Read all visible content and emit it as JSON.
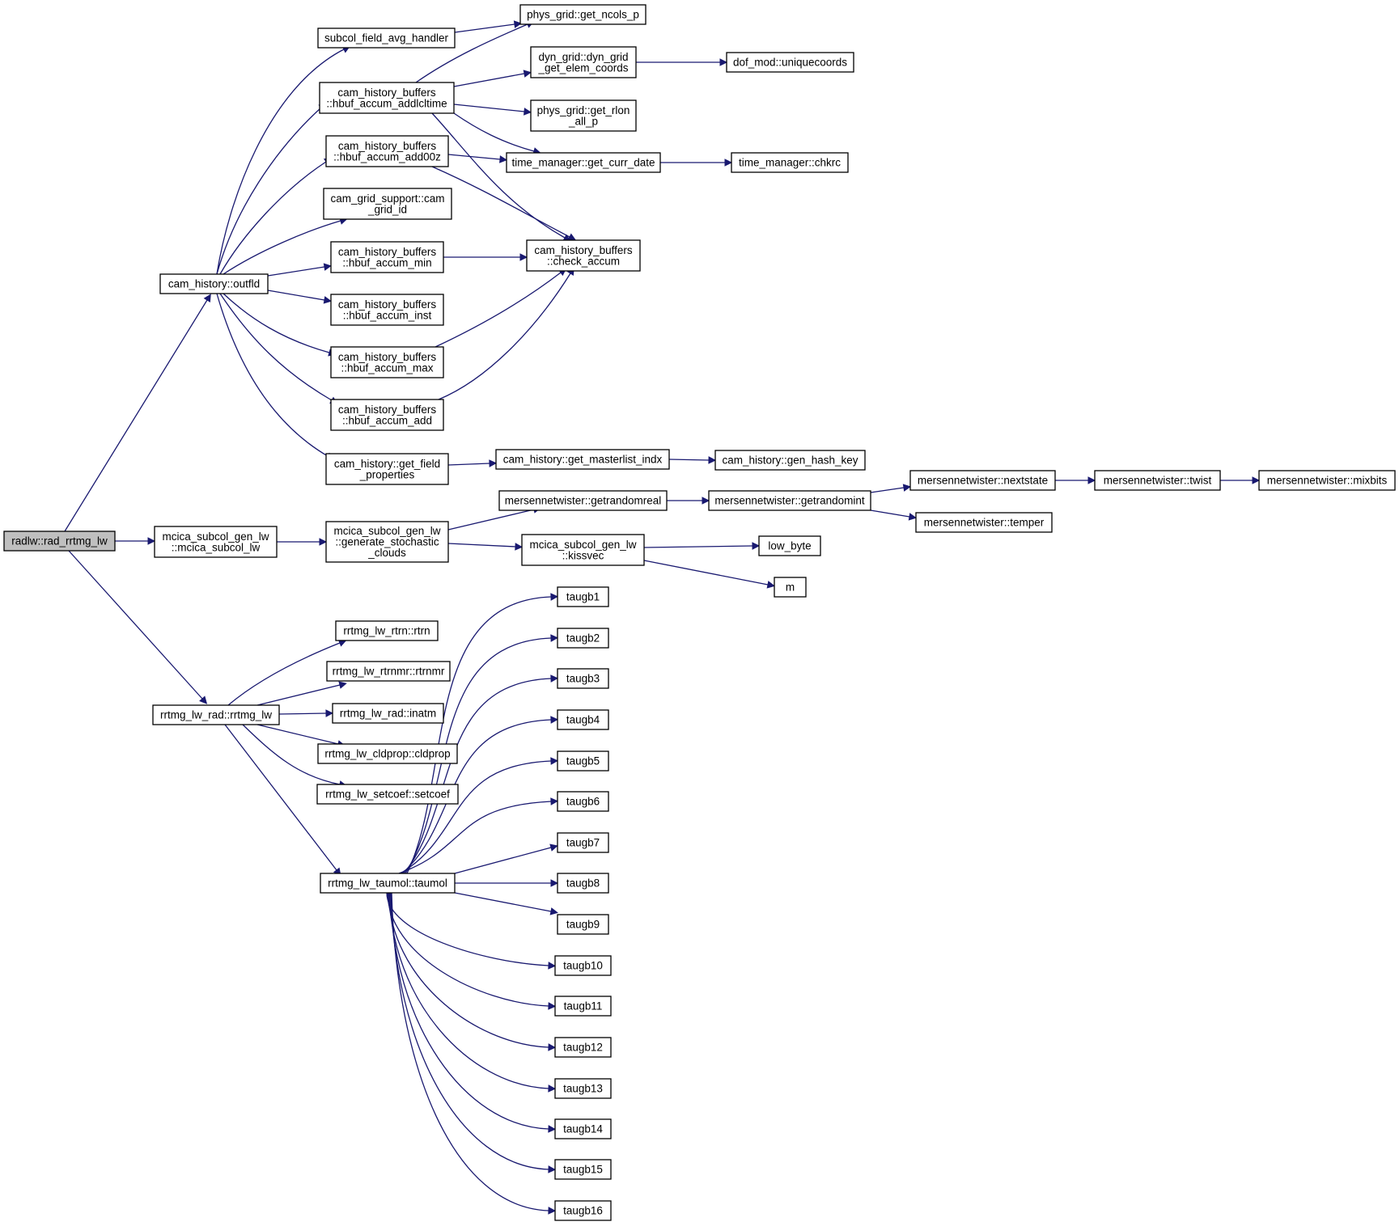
{
  "graph": {
    "colors": {
      "edge": "#191970",
      "root_fill": "#bfbfbf",
      "node_fill": "#ffffff",
      "border": "#000000"
    },
    "nodes": [
      {
        "id": "rad_rrtmg_lw",
        "lines": [
          "radlw::rad_rrtmg_lw"
        ],
        "root": true
      },
      {
        "id": "outfld",
        "lines": [
          "cam_history::outfld"
        ]
      },
      {
        "id": "mcica_subcol_lw",
        "lines": [
          "mcica_subcol_gen_lw",
          "::mcica_subcol_lw"
        ]
      },
      {
        "id": "rrtmg_lw",
        "lines": [
          "rrtmg_lw_rad::rrtmg_lw"
        ]
      },
      {
        "id": "subcol_field_avg_handler",
        "lines": [
          "subcol_field_avg_handler"
        ]
      },
      {
        "id": "hbuf_accum_addlcltime",
        "lines": [
          "cam_history_buffers",
          "::hbuf_accum_addlcltime"
        ]
      },
      {
        "id": "hbuf_accum_add00z",
        "lines": [
          "cam_history_buffers",
          "::hbuf_accum_add00z"
        ]
      },
      {
        "id": "cam_grid_id",
        "lines": [
          "cam_grid_support::cam",
          "_grid_id"
        ]
      },
      {
        "id": "hbuf_accum_min",
        "lines": [
          "cam_history_buffers",
          "::hbuf_accum_min"
        ]
      },
      {
        "id": "hbuf_accum_inst",
        "lines": [
          "cam_history_buffers",
          "::hbuf_accum_inst"
        ]
      },
      {
        "id": "hbuf_accum_max",
        "lines": [
          "cam_history_buffers",
          "::hbuf_accum_max"
        ]
      },
      {
        "id": "hbuf_accum_add",
        "lines": [
          "cam_history_buffers",
          "::hbuf_accum_add"
        ]
      },
      {
        "id": "get_field_properties",
        "lines": [
          "cam_history::get_field",
          "_properties"
        ]
      },
      {
        "id": "get_ncols_p",
        "lines": [
          "phys_grid::get_ncols_p"
        ]
      },
      {
        "id": "dyn_grid_get_elem_coords",
        "lines": [
          "dyn_grid::dyn_grid",
          "_get_elem_coords"
        ]
      },
      {
        "id": "uniquecoords",
        "lines": [
          "dof_mod::uniquecoords"
        ]
      },
      {
        "id": "get_rlon_all_p",
        "lines": [
          "phys_grid::get_rlon",
          "_all_p"
        ]
      },
      {
        "id": "get_curr_date",
        "lines": [
          "time_manager::get_curr_date"
        ]
      },
      {
        "id": "chkrc",
        "lines": [
          "time_manager::chkrc"
        ]
      },
      {
        "id": "check_accum",
        "lines": [
          "cam_history_buffers",
          "::check_accum"
        ]
      },
      {
        "id": "get_masterlist_indx",
        "lines": [
          "cam_history::get_masterlist_indx"
        ]
      },
      {
        "id": "gen_hash_key",
        "lines": [
          "cam_history::gen_hash_key"
        ]
      },
      {
        "id": "generate_stochastic_clouds",
        "lines": [
          "mcica_subcol_gen_lw",
          "::generate_stochastic",
          "_clouds"
        ]
      },
      {
        "id": "getrandomreal",
        "lines": [
          "mersennetwister::getrandomreal"
        ]
      },
      {
        "id": "getrandomint",
        "lines": [
          "mersennetwister::getrandomint"
        ]
      },
      {
        "id": "nextstate",
        "lines": [
          "mersennetwister::nextstate"
        ]
      },
      {
        "id": "twist",
        "lines": [
          "mersennetwister::twist"
        ]
      },
      {
        "id": "mixbits",
        "lines": [
          "mersennetwister::mixbits"
        ]
      },
      {
        "id": "temper",
        "lines": [
          "mersennetwister::temper"
        ]
      },
      {
        "id": "kissvec",
        "lines": [
          "mcica_subcol_gen_lw",
          "::kissvec"
        ]
      },
      {
        "id": "low_byte",
        "lines": [
          "low_byte"
        ]
      },
      {
        "id": "m",
        "lines": [
          "m"
        ]
      },
      {
        "id": "rtrn",
        "lines": [
          "rrtmg_lw_rtrn::rtrn"
        ]
      },
      {
        "id": "rtrnmr",
        "lines": [
          "rrtmg_lw_rtrnmr::rtrnmr"
        ]
      },
      {
        "id": "inatm",
        "lines": [
          "rrtmg_lw_rad::inatm"
        ]
      },
      {
        "id": "cldprop",
        "lines": [
          "rrtmg_lw_cldprop::cldprop"
        ]
      },
      {
        "id": "setcoef",
        "lines": [
          "rrtmg_lw_setcoef::setcoef"
        ]
      },
      {
        "id": "taumol",
        "lines": [
          "rrtmg_lw_taumol::taumol"
        ]
      },
      {
        "id": "taugb1",
        "lines": [
          "taugb1"
        ]
      },
      {
        "id": "taugb2",
        "lines": [
          "taugb2"
        ]
      },
      {
        "id": "taugb3",
        "lines": [
          "taugb3"
        ]
      },
      {
        "id": "taugb4",
        "lines": [
          "taugb4"
        ]
      },
      {
        "id": "taugb5",
        "lines": [
          "taugb5"
        ]
      },
      {
        "id": "taugb6",
        "lines": [
          "taugb6"
        ]
      },
      {
        "id": "taugb7",
        "lines": [
          "taugb7"
        ]
      },
      {
        "id": "taugb8",
        "lines": [
          "taugb8"
        ]
      },
      {
        "id": "taugb9",
        "lines": [
          "taugb9"
        ]
      },
      {
        "id": "taugb10",
        "lines": [
          "taugb10"
        ]
      },
      {
        "id": "taugb11",
        "lines": [
          "taugb11"
        ]
      },
      {
        "id": "taugb12",
        "lines": [
          "taugb12"
        ]
      },
      {
        "id": "taugb13",
        "lines": [
          "taugb13"
        ]
      },
      {
        "id": "taugb14",
        "lines": [
          "taugb14"
        ]
      },
      {
        "id": "taugb15",
        "lines": [
          "taugb15"
        ]
      },
      {
        "id": "taugb16",
        "lines": [
          "taugb16"
        ]
      }
    ],
    "edges": [
      [
        "rad_rrtmg_lw",
        "outfld"
      ],
      [
        "rad_rrtmg_lw",
        "mcica_subcol_lw"
      ],
      [
        "rad_rrtmg_lw",
        "rrtmg_lw"
      ],
      [
        "outfld",
        "subcol_field_avg_handler"
      ],
      [
        "outfld",
        "hbuf_accum_addlcltime"
      ],
      [
        "outfld",
        "hbuf_accum_add00z"
      ],
      [
        "outfld",
        "cam_grid_id"
      ],
      [
        "outfld",
        "hbuf_accum_min"
      ],
      [
        "outfld",
        "hbuf_accum_inst"
      ],
      [
        "outfld",
        "hbuf_accum_max"
      ],
      [
        "outfld",
        "hbuf_accum_add"
      ],
      [
        "outfld",
        "get_field_properties"
      ],
      [
        "subcol_field_avg_handler",
        "get_ncols_p"
      ],
      [
        "hbuf_accum_addlcltime",
        "get_ncols_p"
      ],
      [
        "hbuf_accum_addlcltime",
        "dyn_grid_get_elem_coords"
      ],
      [
        "hbuf_accum_addlcltime",
        "get_rlon_all_p"
      ],
      [
        "hbuf_accum_addlcltime",
        "get_curr_date"
      ],
      [
        "hbuf_accum_addlcltime",
        "check_accum"
      ],
      [
        "dyn_grid_get_elem_coords",
        "uniquecoords"
      ],
      [
        "hbuf_accum_add00z",
        "get_curr_date"
      ],
      [
        "hbuf_accum_add00z",
        "check_accum"
      ],
      [
        "get_curr_date",
        "chkrc"
      ],
      [
        "hbuf_accum_min",
        "check_accum"
      ],
      [
        "hbuf_accum_max",
        "check_accum"
      ],
      [
        "hbuf_accum_add",
        "check_accum"
      ],
      [
        "get_field_properties",
        "get_masterlist_indx"
      ],
      [
        "get_masterlist_indx",
        "gen_hash_key"
      ],
      [
        "mcica_subcol_lw",
        "generate_stochastic_clouds"
      ],
      [
        "generate_stochastic_clouds",
        "getrandomreal"
      ],
      [
        "generate_stochastic_clouds",
        "kissvec"
      ],
      [
        "getrandomreal",
        "getrandomint"
      ],
      [
        "getrandomint",
        "nextstate"
      ],
      [
        "getrandomint",
        "temper"
      ],
      [
        "nextstate",
        "twist"
      ],
      [
        "twist",
        "mixbits"
      ],
      [
        "kissvec",
        "low_byte"
      ],
      [
        "kissvec",
        "m"
      ],
      [
        "rrtmg_lw",
        "rtrn"
      ],
      [
        "rrtmg_lw",
        "rtrnmr"
      ],
      [
        "rrtmg_lw",
        "inatm"
      ],
      [
        "rrtmg_lw",
        "cldprop"
      ],
      [
        "rrtmg_lw",
        "setcoef"
      ],
      [
        "rrtmg_lw",
        "taumol"
      ],
      [
        "taumol",
        "taugb1"
      ],
      [
        "taumol",
        "taugb2"
      ],
      [
        "taumol",
        "taugb3"
      ],
      [
        "taumol",
        "taugb4"
      ],
      [
        "taumol",
        "taugb5"
      ],
      [
        "taumol",
        "taugb6"
      ],
      [
        "taumol",
        "taugb7"
      ],
      [
        "taumol",
        "taugb8"
      ],
      [
        "taumol",
        "taugb9"
      ],
      [
        "taumol",
        "taugb10"
      ],
      [
        "taumol",
        "taugb11"
      ],
      [
        "taumol",
        "taugb12"
      ],
      [
        "taumol",
        "taugb13"
      ],
      [
        "taumol",
        "taugb14"
      ],
      [
        "taumol",
        "taugb15"
      ],
      [
        "taumol",
        "taugb16"
      ]
    ]
  }
}
